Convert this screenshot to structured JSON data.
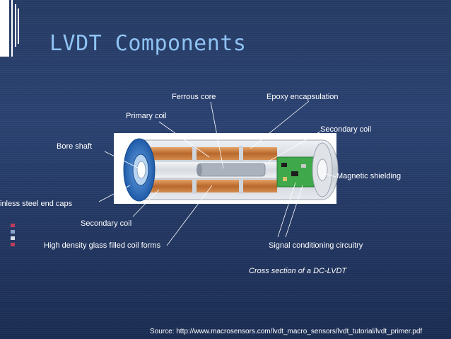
{
  "slide": {
    "title": "LVDT Components",
    "caption": "Cross section of a DC-LVDT",
    "source": "Source:  http://www.macrosensors.com/lvdt_macro_sensors/lvdt_tutorial/lvdt_primer.pdf"
  },
  "labels": {
    "ferrous_core": "Ferrous core",
    "epoxy": "Epoxy encapsulation",
    "primary_coil": "Primary coil",
    "secondary_coil_top": "Secondary coil",
    "bore_shaft": "Bore shaft",
    "magnetic_shielding": "Magnetic shielding",
    "end_caps": "inless steel end caps",
    "secondary_coil_bottom": "Secondary coil",
    "coil_forms": "High density glass filled coil forms",
    "signal_circuitry": "Signal conditioning circuitry"
  },
  "colors": {
    "background": "#253a63",
    "title": "#8ec3f2",
    "coil": "#c87a3a",
    "end_cap": "#2f6fc0",
    "shell": "#c9ced6",
    "circuit": "#3fa84a"
  }
}
